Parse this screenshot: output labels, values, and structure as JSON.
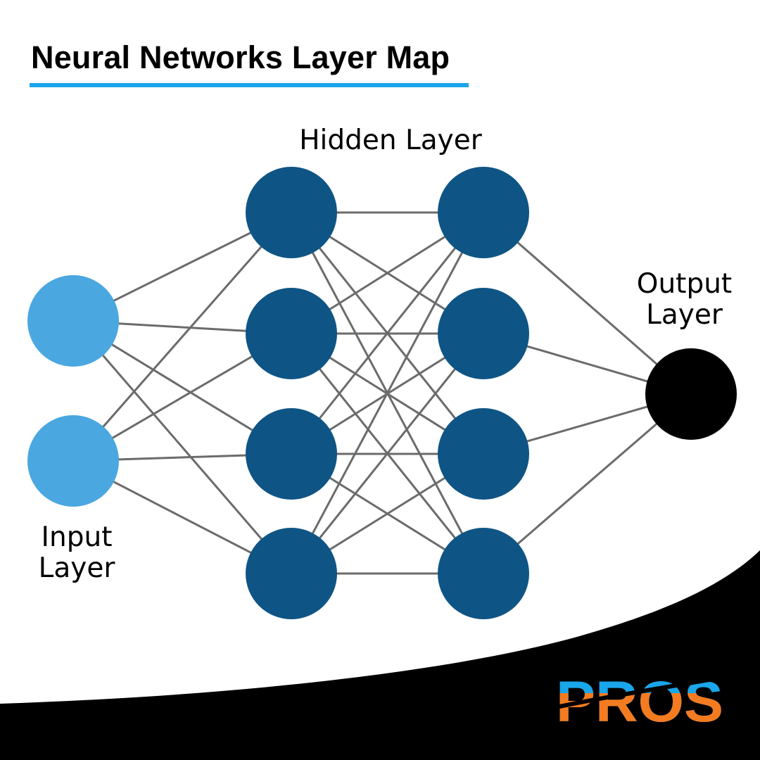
{
  "title": "Neural Networks Layer Map",
  "labels": {
    "hidden": "Hidden Layer",
    "output_line1": "Output",
    "output_line2": "Layer",
    "input_line1": "Input",
    "input_line2": "Layer"
  },
  "logo": {
    "text": "PROS"
  },
  "colors": {
    "accent": "#1aa6ea",
    "input_node": "#4aa7e0",
    "hidden_node": "#0e5585",
    "output_node": "#000000",
    "edge": "#6b6b6b",
    "logo_blue": "#1aa6ea",
    "logo_orange": "#f47b20",
    "footer": "#000000"
  },
  "network": {
    "layers": [
      {
        "name": "input",
        "nodes": 2
      },
      {
        "name": "hidden-1",
        "nodes": 4
      },
      {
        "name": "hidden-2",
        "nodes": 4
      },
      {
        "name": "output",
        "nodes": 1
      }
    ]
  }
}
